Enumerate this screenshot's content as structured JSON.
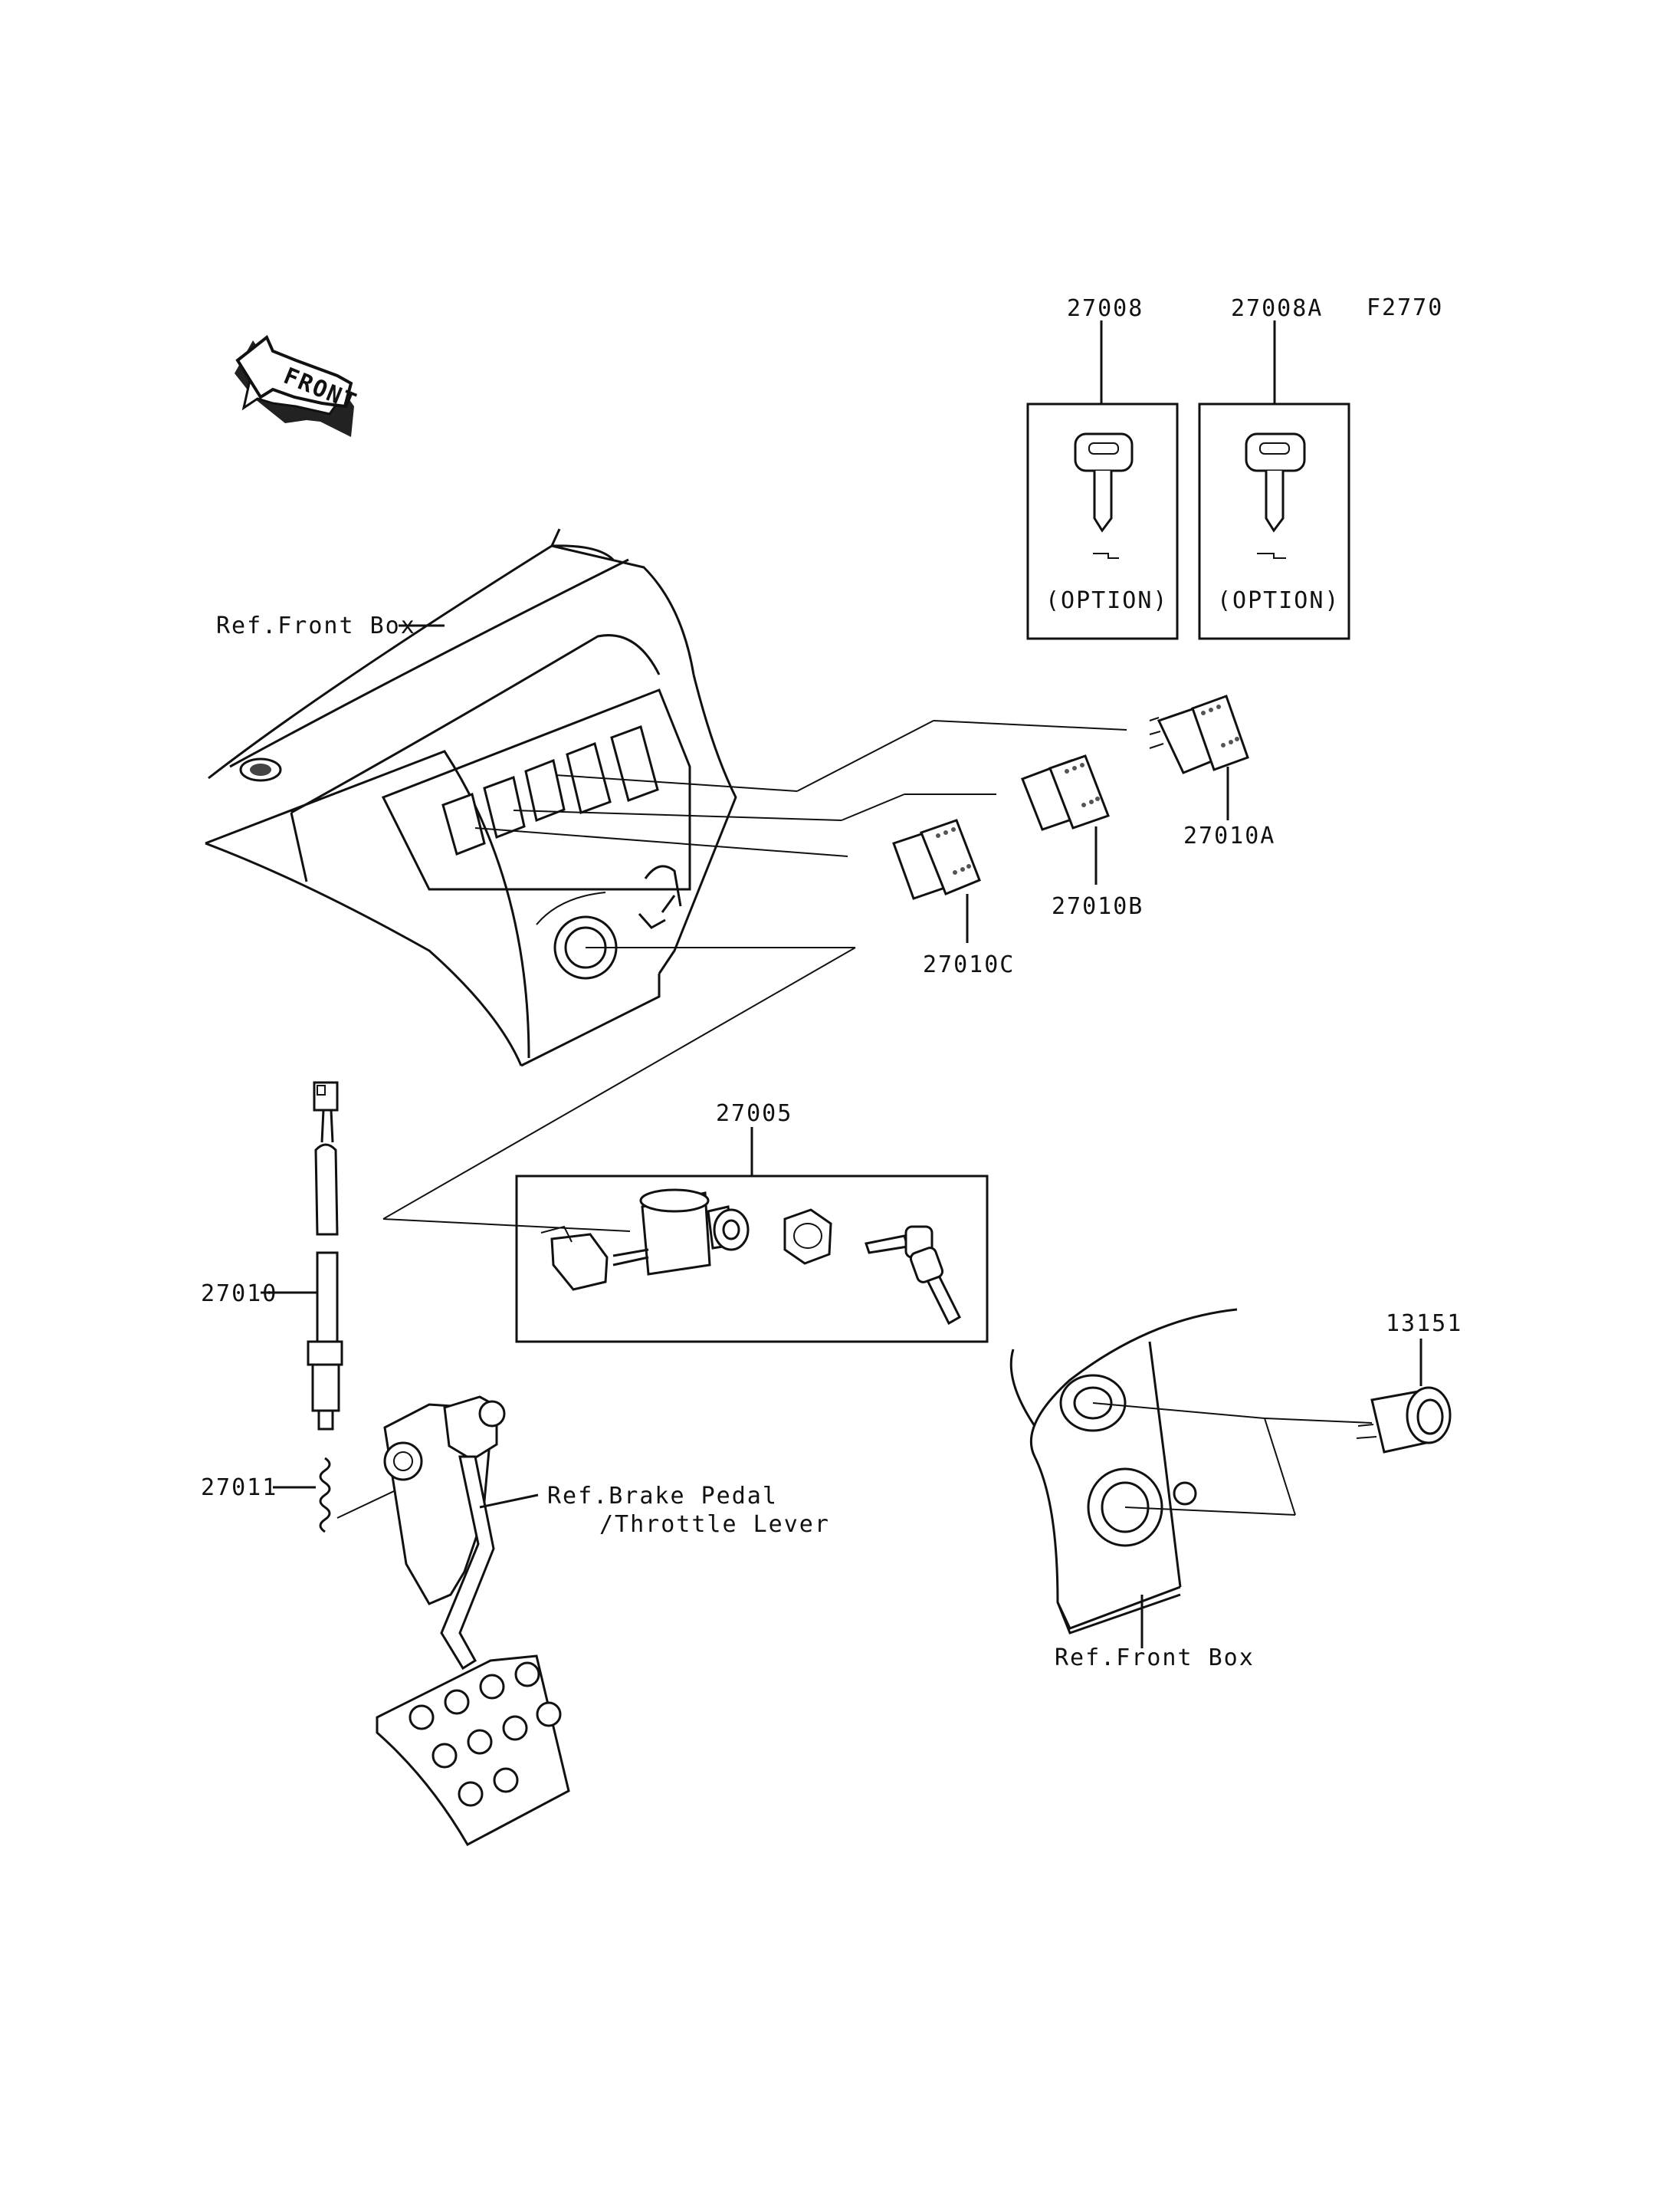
{
  "figure_code": "F2770",
  "front_arrow_label": "FRONT",
  "parts": {
    "key_a": {
      "number": "27008",
      "note": "(OPTION)"
    },
    "key_b": {
      "number": "27008A",
      "note": "(OPTION)"
    },
    "switch_a": {
      "number": "27010A"
    },
    "switch_b": {
      "number": "27010B"
    },
    "switch_c": {
      "number": "27010C"
    },
    "ignition_switch": {
      "number": "27005"
    },
    "brake_switch": {
      "number": "27010"
    },
    "spring": {
      "number": "27011"
    },
    "socket": {
      "number": "13151"
    }
  },
  "references": {
    "front_box_top": "Ref.Front Box",
    "front_box_bottom": "Ref.Front Box",
    "brake_pedal_line1": "Ref.Brake Pedal",
    "brake_pedal_line2": "/Throttle Lever"
  },
  "colors": {
    "line": "#111111",
    "background": "#ffffff",
    "shade": "#9a9a9a"
  }
}
